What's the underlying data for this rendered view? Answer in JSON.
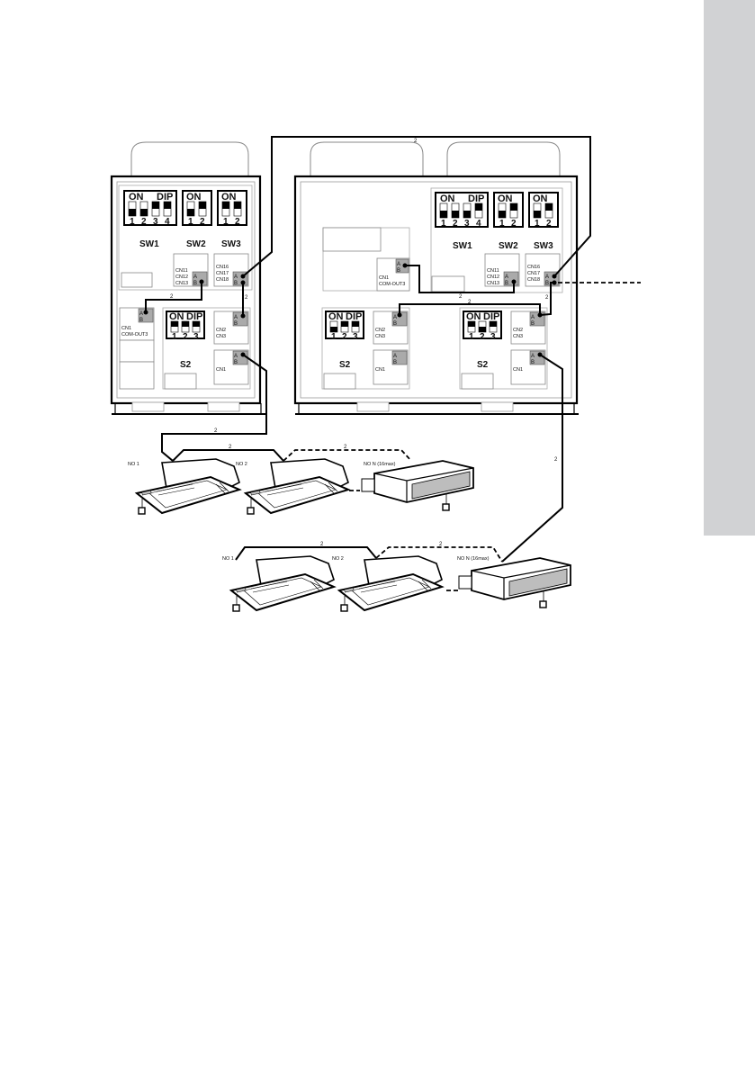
{
  "page": {
    "background": "#ffffff",
    "sidebar_tab_color": "#d1d2d4"
  },
  "outdoor_units": [
    {
      "id": "left",
      "switches": {
        "SW1": {
          "label": "SW1",
          "on": "ON",
          "dip": "DIP",
          "positions": [
            "1",
            "2",
            "3",
            "4"
          ],
          "state": [
            "down",
            "down",
            "up",
            "up"
          ]
        },
        "SW2": {
          "label": "SW2",
          "on": "ON",
          "positions": [
            "1",
            "2"
          ],
          "state": [
            "down",
            "up"
          ]
        },
        "SW3": {
          "label": "SW3",
          "on": "ON",
          "positions": [
            "1",
            "2"
          ],
          "state": [
            "up",
            "up"
          ]
        },
        "S2": {
          "label": "S2",
          "on": "ON",
          "dip": "DIP",
          "positions": [
            "1",
            "2",
            "3"
          ],
          "state": [
            "up",
            "up",
            "up"
          ]
        }
      },
      "connectors": {
        "cn11_13": [
          "CN11",
          "CN12",
          "CN13"
        ],
        "cn16_18": [
          "CN16",
          "CN17",
          "CN18"
        ],
        "cn2_3": [
          "CN2",
          "CN3"
        ],
        "cn1": [
          "CN1"
        ],
        "com": [
          "CN1",
          "COM-OUT3"
        ]
      }
    },
    {
      "id": "right",
      "switches": {
        "SW1": {
          "label": "SW1",
          "on": "ON",
          "dip": "DIP",
          "positions": [
            "1",
            "2",
            "3",
            "4"
          ],
          "state": [
            "down",
            "down",
            "down",
            "up"
          ]
        },
        "SW2": {
          "label": "SW2",
          "on": "ON",
          "positions": [
            "1",
            "2"
          ],
          "state": [
            "down",
            "up"
          ]
        },
        "SW3": {
          "label": "SW3",
          "on": "ON",
          "positions": [
            "1",
            "2"
          ],
          "state": [
            "down",
            "up"
          ]
        },
        "S2_a": {
          "label": "S2",
          "on": "ON",
          "dip": "DIP",
          "positions": [
            "1",
            "2",
            "3"
          ],
          "state": [
            "down",
            "up",
            "up"
          ]
        },
        "S2_b": {
          "label": "S2",
          "on": "ON",
          "dip": "DIP",
          "positions": [
            "1",
            "2",
            "3"
          ],
          "state": [
            "up",
            "down",
            "up"
          ]
        }
      },
      "connectors": {
        "cn11_13": [
          "CN11",
          "CN12",
          "CN13"
        ],
        "cn16_18": [
          "CN16",
          "CN17",
          "CN18"
        ],
        "cn2_3": [
          "CN2",
          "CN3"
        ],
        "cn1": [
          "CN1"
        ],
        "com": [
          "CN1",
          "COM-OUT3"
        ]
      }
    }
  ],
  "terminal": {
    "a": "A",
    "b": "B"
  },
  "wire_label": "2",
  "indoor_rows": [
    {
      "units": [
        {
          "label": "NO 1",
          "type": "cassette"
        },
        {
          "label": "NO 2",
          "type": "cassette"
        },
        {
          "label": "NO N (16max)",
          "type": "duct"
        }
      ]
    },
    {
      "units": [
        {
          "label": "NO 1",
          "type": "cassette"
        },
        {
          "label": "NO 2",
          "type": "cassette"
        },
        {
          "label": "NO N (16max)",
          "type": "duct"
        }
      ]
    }
  ]
}
